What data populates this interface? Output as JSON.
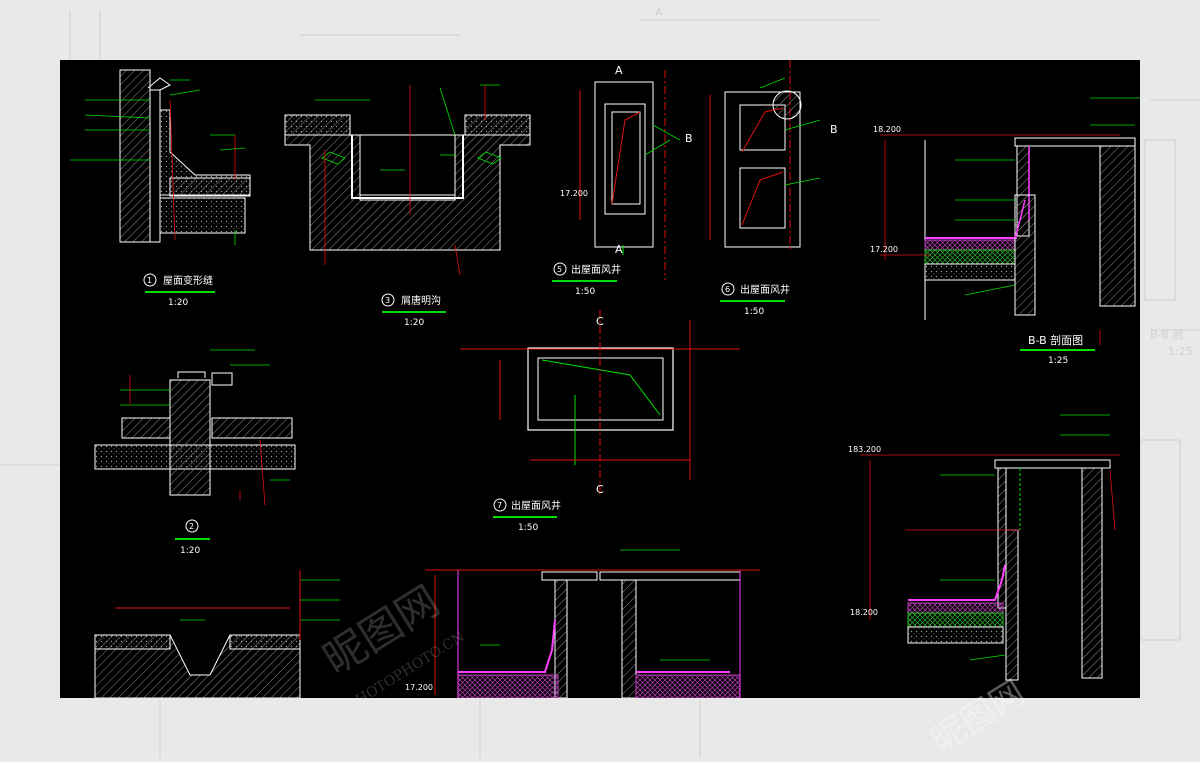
{
  "colors": {
    "background_outer": "#e9e9e9",
    "panel": "#000000",
    "line_white": "#ffffff",
    "line_green": "#00e000",
    "line_red": "#e01010",
    "line_magenta": "#ff40ff",
    "line_yellow": "#ffff00"
  },
  "details": [
    {
      "num": "1",
      "title": "屋面变形缝",
      "scale": "1:20"
    },
    {
      "num": "3",
      "title": "屑唐明沟",
      "scale": "1:20"
    },
    {
      "num": "5",
      "title": "出屋面风井",
      "scale": "1:50"
    },
    {
      "num": "6",
      "title": "出屋面风井",
      "scale": "1:50"
    },
    {
      "num": "2",
      "title": "",
      "scale": "1:20"
    },
    {
      "num": "7",
      "title": "出屋面风井",
      "scale": "1:50"
    }
  ],
  "section_bb": {
    "title": "B-B 剖面图",
    "scale": "1:25"
  },
  "section_marks": {
    "a": "A",
    "b": "B",
    "c": "C"
  },
  "levels": [
    "18.200",
    "17.200",
    "183.200",
    "18.200",
    "17.200"
  ],
  "watermark": {
    "text": "昵图网",
    "url": "PHOTOPHOTO.CN"
  }
}
